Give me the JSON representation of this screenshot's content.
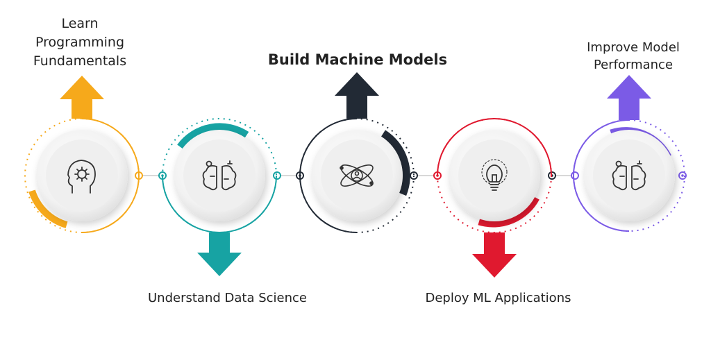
{
  "steps": [
    {
      "label_lines": [
        "Learn",
        "Programming",
        "Fundamentals"
      ],
      "color": "#f6a91b",
      "arrow": "up",
      "icon": "head-gear-icon"
    },
    {
      "label_lines": [
        "Understand Data Science"
      ],
      "color": "#17a3a3",
      "arrow": "down",
      "icon": "brain-circuit-icon"
    },
    {
      "label_lines": [
        "Build Machine Models"
      ],
      "color": "#222a35",
      "arrow": "up",
      "icon": "atom-user-icon"
    },
    {
      "label_lines": [
        "Deploy ML Applications"
      ],
      "color": "#e0192f",
      "arrow": "down",
      "icon": "lightbulb-icon"
    },
    {
      "label_lines": [
        "Improve Model",
        "Performance"
      ],
      "color": "#7b5be6",
      "arrow": "up",
      "icon": "brain-circuit-icon"
    }
  ]
}
